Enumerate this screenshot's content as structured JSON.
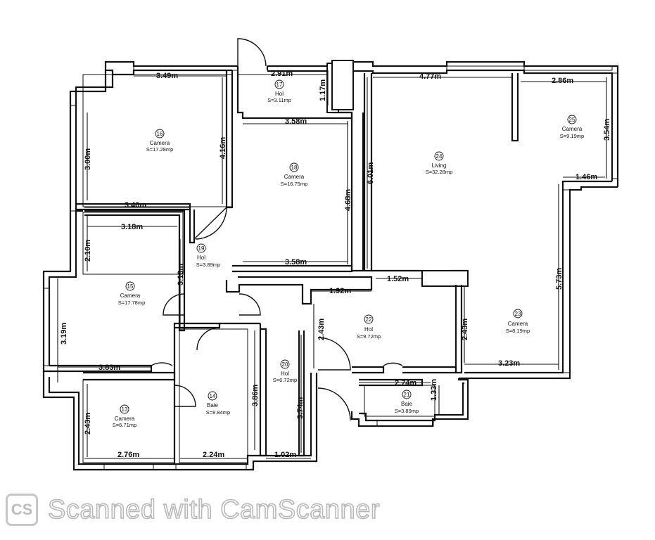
{
  "dimensions": {
    "d1": "3.49m",
    "d2": "2.91m",
    "d3": "4.77m",
    "d4": "2.86m",
    "d5": "1.17m",
    "d6": "3.00m",
    "d7": "4.16m",
    "d8": "3.58m",
    "d9": "3.54m",
    "d10": "6.01m",
    "d11": "4.68m",
    "d12": "1.46m",
    "d13": "3.40m",
    "d14": "3.18m",
    "d15": "2.10m",
    "d16": "3.18m",
    "d17": "3.58m",
    "d18": "5.73m",
    "d19": "1.92m",
    "d20": "1.52m",
    "d21": "2.43m",
    "d22": "2.43m",
    "d23": "3.19m",
    "d24": "3.83m",
    "d25": "3.23m",
    "d26": "2.74m",
    "d27": "3.86m",
    "d28": "3.74m",
    "d29": "1.33m",
    "d30": "2.43m",
    "d31": "2.76m",
    "d32": "2.24m",
    "d33": "1.02m"
  },
  "rooms": [
    {
      "num": "16",
      "name": "Camera",
      "area": "S=17.28mp"
    },
    {
      "num": "17",
      "name": "Hol",
      "area": "S=3.11mp"
    },
    {
      "num": "18",
      "name": "Camera",
      "area": "S=16.75mp"
    },
    {
      "num": "24",
      "name": "Living",
      "area": "S=32.28mp"
    },
    {
      "num": "25",
      "name": "Camera",
      "area": "S=9.19mp"
    },
    {
      "num": "19",
      "name": "Hol",
      "area": "S=3.89mp"
    },
    {
      "num": "15",
      "name": "Camera",
      "area": "S=17.78mp"
    },
    {
      "num": "22",
      "name": "Hol",
      "area": "S=9.72mp"
    },
    {
      "num": "23",
      "name": "Camera",
      "area": "S=8.19mp"
    },
    {
      "num": "20",
      "name": "Hol",
      "area": "S=6.72mp"
    },
    {
      "num": "14",
      "name": "Baie",
      "area": "S=8.84mp"
    },
    {
      "num": "13",
      "name": "Camera",
      "area": "S=6.71mp"
    },
    {
      "num": "21",
      "name": "Baie",
      "area": "S=3.89mp"
    }
  ],
  "footer": {
    "logo": "CS",
    "text": "Scanned with CamScanner"
  }
}
